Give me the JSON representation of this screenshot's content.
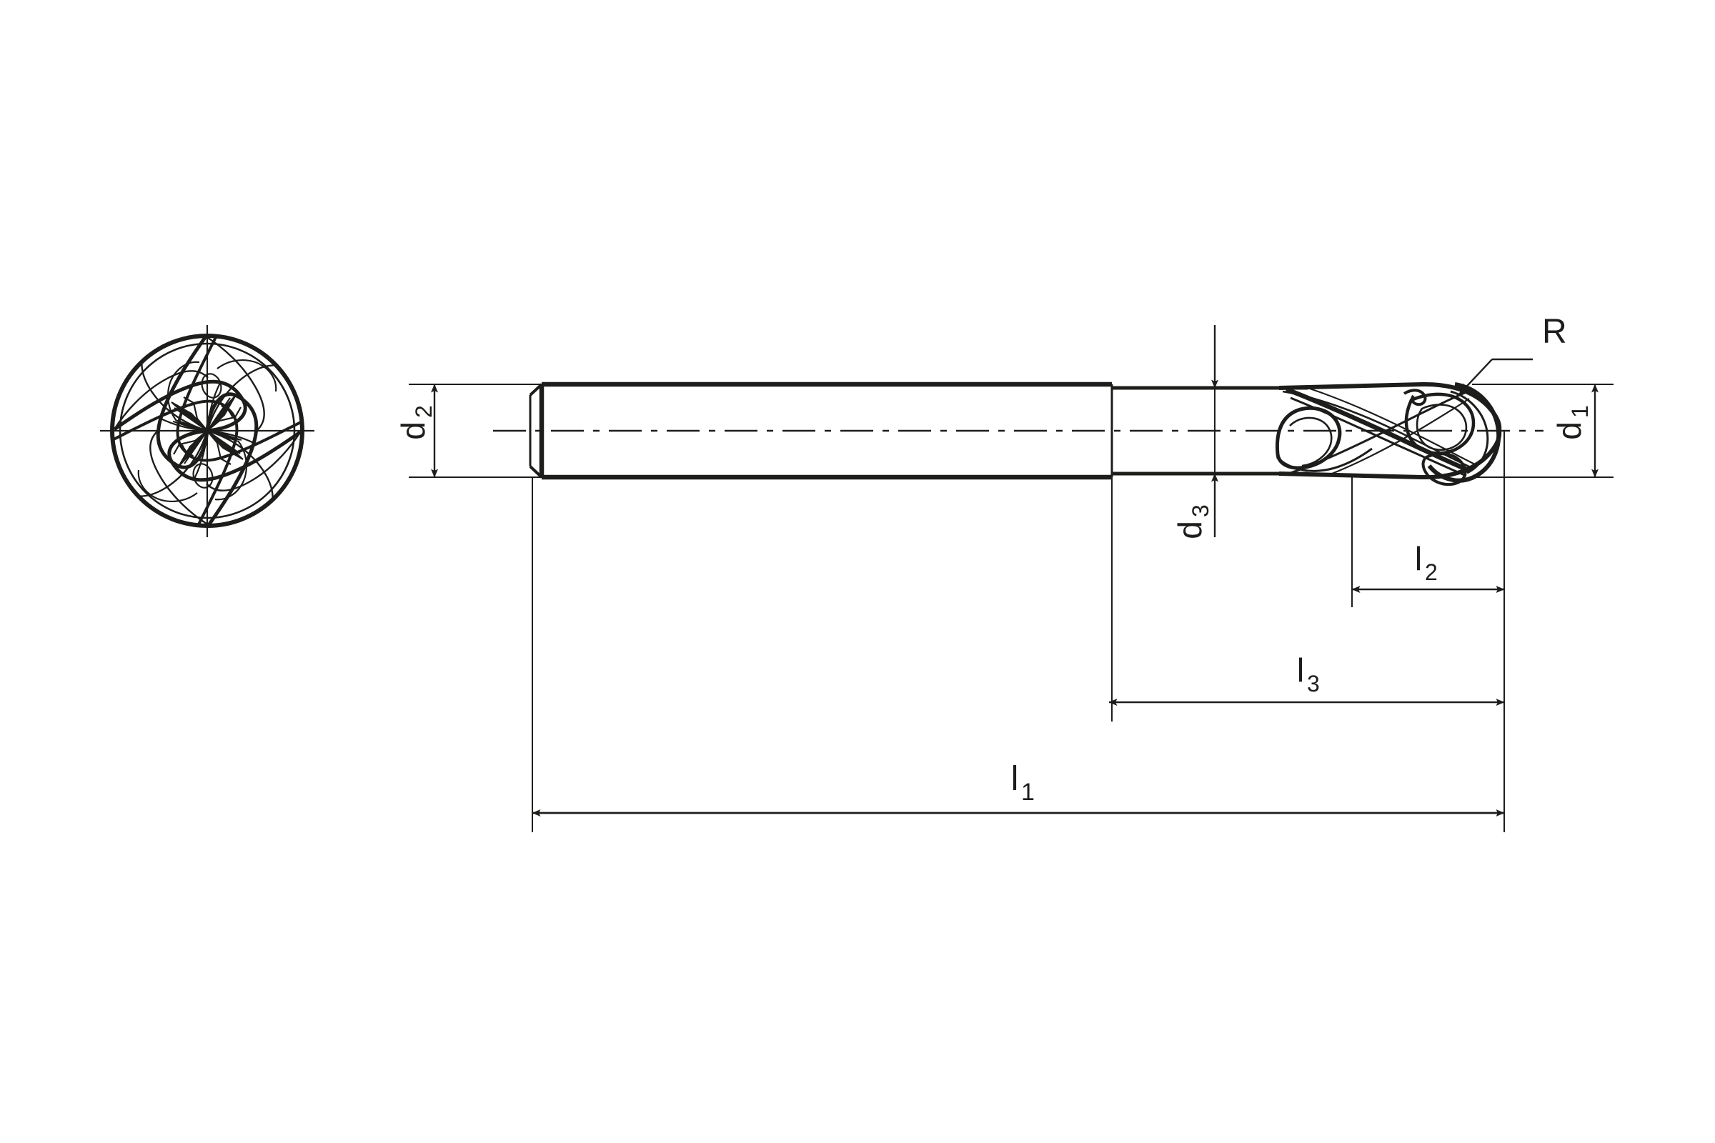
{
  "document": {
    "type": "technical-drawing",
    "subject": "Ball nose end mill, 4-flute, with cylindrical shank",
    "background_color": "#ffffff",
    "line_color": "#1d1d1b",
    "views": [
      {
        "name": "end-view",
        "label": "",
        "description": "Front / end view of 4-flute ball nose cutter showing flutes and cross-centerlines"
      },
      {
        "name": "side-view",
        "label": "",
        "description": "Side elevation showing shank, neck and ball nose cutting head"
      }
    ]
  },
  "dimensions": {
    "d1": {
      "label": "d",
      "subscript": "1",
      "orientation": "vertical",
      "description": "Cutting diameter at ball nose head"
    },
    "d2": {
      "label": "d",
      "subscript": "2",
      "orientation": "vertical",
      "description": "Shank diameter"
    },
    "d3": {
      "label": "d",
      "subscript": "3",
      "orientation": "vertical",
      "description": "Neck diameter"
    },
    "l1": {
      "label": "l",
      "subscript": "1",
      "orientation": "horizontal",
      "description": "Overall length"
    },
    "l2": {
      "label": "l",
      "subscript": "2",
      "orientation": "horizontal",
      "description": "Length of cut"
    },
    "l3": {
      "label": "l",
      "subscript": "3",
      "orientation": "horizontal",
      "description": "Length to shank step / neck length"
    },
    "R": {
      "label": "R",
      "subscript": "",
      "orientation": "leader",
      "description": "Ball nose corner radius"
    }
  },
  "colors": {
    "stroke": "#1d1d1b",
    "background": "#ffffff"
  }
}
